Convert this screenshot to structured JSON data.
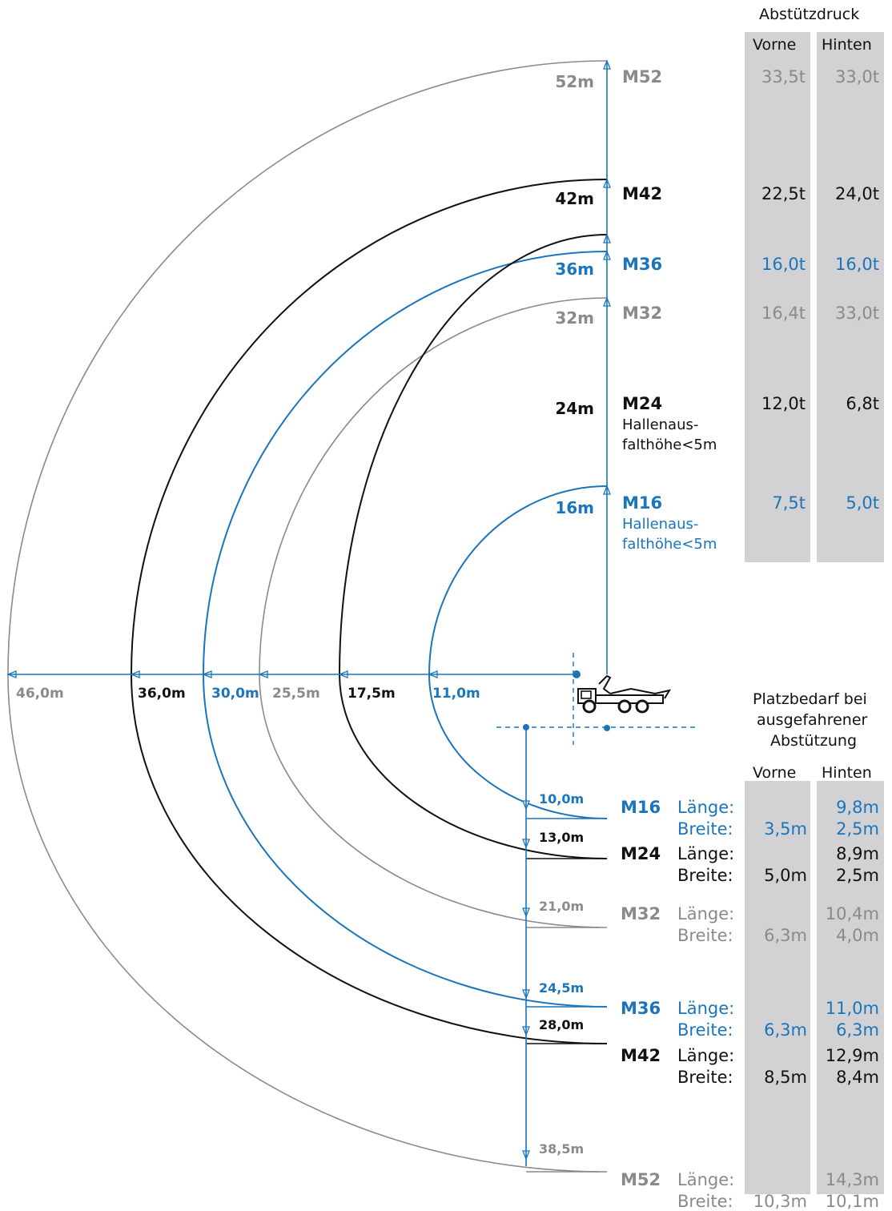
{
  "colors": {
    "gray": "#8a8a8c",
    "black": "#111111",
    "blue": "#1b75bb",
    "column_bg": "#d2d2d4"
  },
  "header_top": {
    "title": "Abstützdruck",
    "col_front": "Vorne",
    "col_rear": "Hinten"
  },
  "header_bottom": {
    "title_line1": "Platzbedarf bei",
    "title_line2": "ausgefahrener",
    "title_line3": "Abstützung",
    "col_front": "Vorne",
    "col_rear": "Hinten"
  },
  "note": {
    "line1": "Hallenaus-",
    "line2": "falthöhe<5m"
  },
  "labels": {
    "length": "Länge:",
    "width": "Breite:"
  },
  "models": [
    {
      "name": "M52",
      "color": "gray",
      "height": "52m",
      "height_m": 52,
      "reach": "46,0m",
      "reach_m": 46.0,
      "down": "38,5m",
      "down_m": 38.5,
      "pressure_front": "33,5t",
      "pressure_rear": "33,0t",
      "len_rear": "14,3m",
      "wid_front": "10,3m",
      "wid_rear": "10,1m"
    },
    {
      "name": "M42",
      "color": "black",
      "height": "42m",
      "height_m": 42,
      "reach": "36,0m",
      "reach_m": 36.0,
      "down": "28,0m",
      "down_m": 28.0,
      "pressure_front": "22,5t",
      "pressure_rear": "24,0t",
      "len_rear": "12,9m",
      "wid_front": "8,5m",
      "wid_rear": "8,4m"
    },
    {
      "name": "M36",
      "color": "blue",
      "height": "36m",
      "height_m": 36,
      "reach": "30,0m",
      "reach_m": 30.0,
      "down": "24,5m",
      "down_m": 24.5,
      "pressure_front": "16,0t",
      "pressure_rear": "16,0t",
      "len_rear": "11,0m",
      "wid_front": "6,3m",
      "wid_rear": "6,3m"
    },
    {
      "name": "M32",
      "color": "gray",
      "height": "32m",
      "height_m": 32,
      "reach": "25,5m",
      "reach_m": 25.5,
      "down": "21,0m",
      "down_m": 21.0,
      "pressure_front": "16,4t",
      "pressure_rear": "33,0t",
      "len_rear": "10,4m",
      "wid_front": "6,3m",
      "wid_rear": "4,0m"
    },
    {
      "name": "M24",
      "color": "black",
      "height": "24m",
      "height_m": 24,
      "reach": "17,5m",
      "reach_m": 17.5,
      "down": "13,0m",
      "down_m": 13.0,
      "pressure_front": "12,0t",
      "pressure_rear": "6,8t",
      "len_rear": "8,9m",
      "wid_front": "5,0m",
      "wid_rear": "2,5m"
    },
    {
      "name": "M16",
      "color": "blue",
      "height": "16m",
      "height_m": 16,
      "reach": "11,0m",
      "reach_m": 11.0,
      "down": "10,0m",
      "down_m": 10.0,
      "pressure_front": "7,5t",
      "pressure_rear": "5,0t",
      "len_rear": "9,8m",
      "wid_front": "3,5m",
      "wid_rear": "2,5m"
    }
  ]
}
